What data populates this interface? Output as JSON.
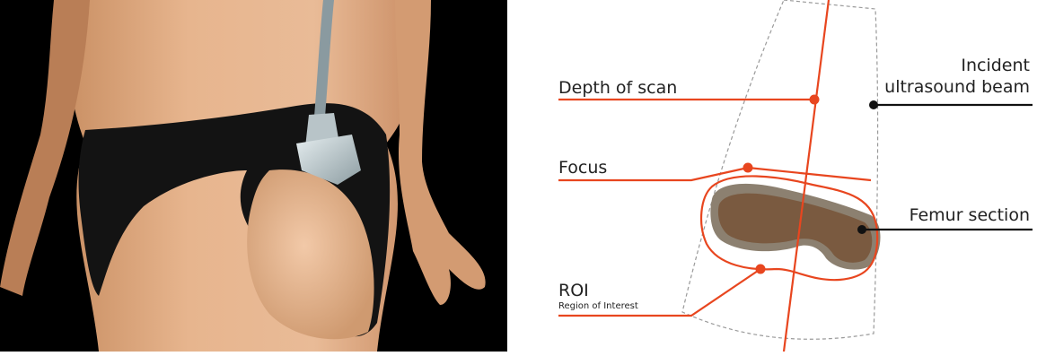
{
  "diagram": {
    "labels": {
      "depth_of_scan": "Depth of scan",
      "focus": "Focus",
      "roi": "ROI",
      "roi_subtitle": "Region of Interest",
      "incident_line1": "Incident",
      "incident_line2": "ultrasound beam",
      "femur_section": "Femur section"
    },
    "colors": {
      "accent": "#e8461f",
      "leader_dark": "#111111",
      "beam_outline": "#9a9a9a",
      "bone_fill": "#7a5a40",
      "bone_rim": "#8c8070"
    }
  },
  "illustration": {
    "subject": "torso-with-ultrasound-probe",
    "probe_icon": "ultrasound-probe-icon"
  }
}
